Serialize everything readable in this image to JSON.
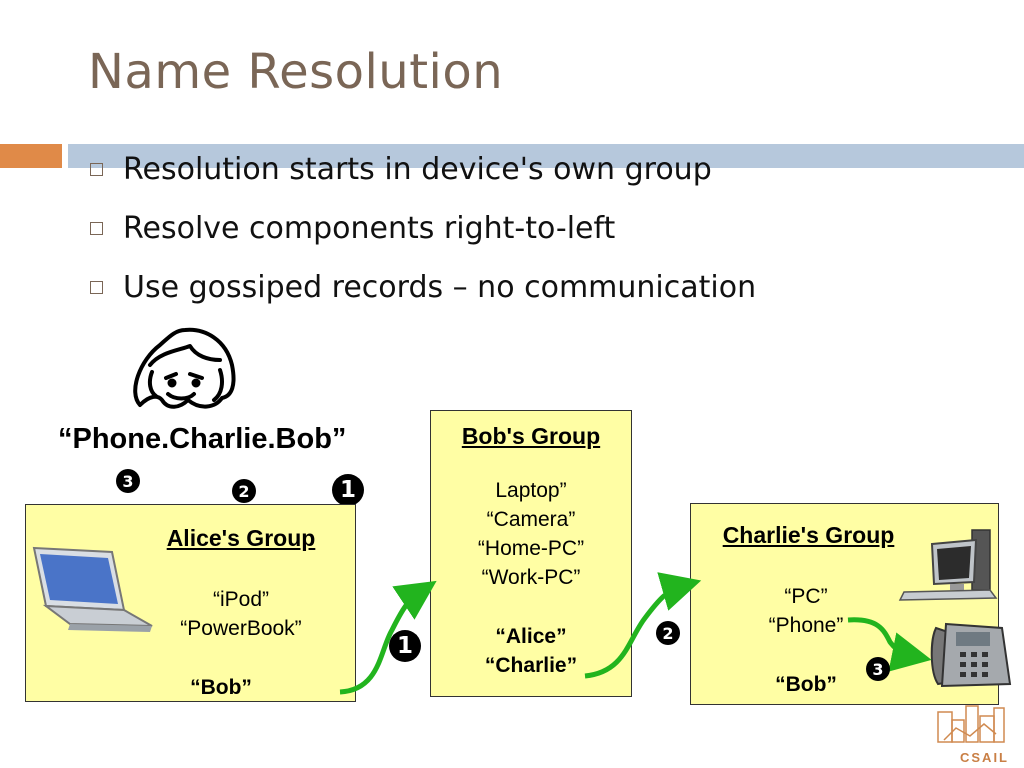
{
  "slide": {
    "title": "Name Resolution"
  },
  "bullets": [
    "Resolution starts in device's own group",
    "Resolve components right-to-left",
    "Use gossiped records – no communication"
  ],
  "query": "“Phone.Charlie.Bob”",
  "markers": {
    "one": "1",
    "two": "2",
    "three": "3"
  },
  "groups": {
    "alice": {
      "title": "Alice's Group",
      "items": [
        "“iPod”",
        "“PowerBook”"
      ],
      "links": [
        "“Bob”"
      ]
    },
    "bob": {
      "title": "Bob's Group",
      "items": [
        "Laptop”",
        "“Camera”",
        "“Home-PC”",
        "“Work-PC”"
      ],
      "links": [
        "“Alice”",
        "“Charlie”"
      ]
    },
    "charlie": {
      "title": "Charlie's Group",
      "items": [
        "“PC”",
        "“Phone”"
      ],
      "links": [
        "“Bob”"
      ]
    }
  },
  "logo": {
    "text": "CSAIL"
  },
  "colors": {
    "title": "#7a6656",
    "accent_orange": "#e08a48",
    "accent_blue": "#b6c8dc",
    "group_fill": "#fffea4",
    "arrow": "#22b41e"
  },
  "icons": [
    "alice-face-icon",
    "laptop-icon",
    "desktop-computer-icon",
    "desk-phone-icon",
    "csail-logo-icon"
  ]
}
